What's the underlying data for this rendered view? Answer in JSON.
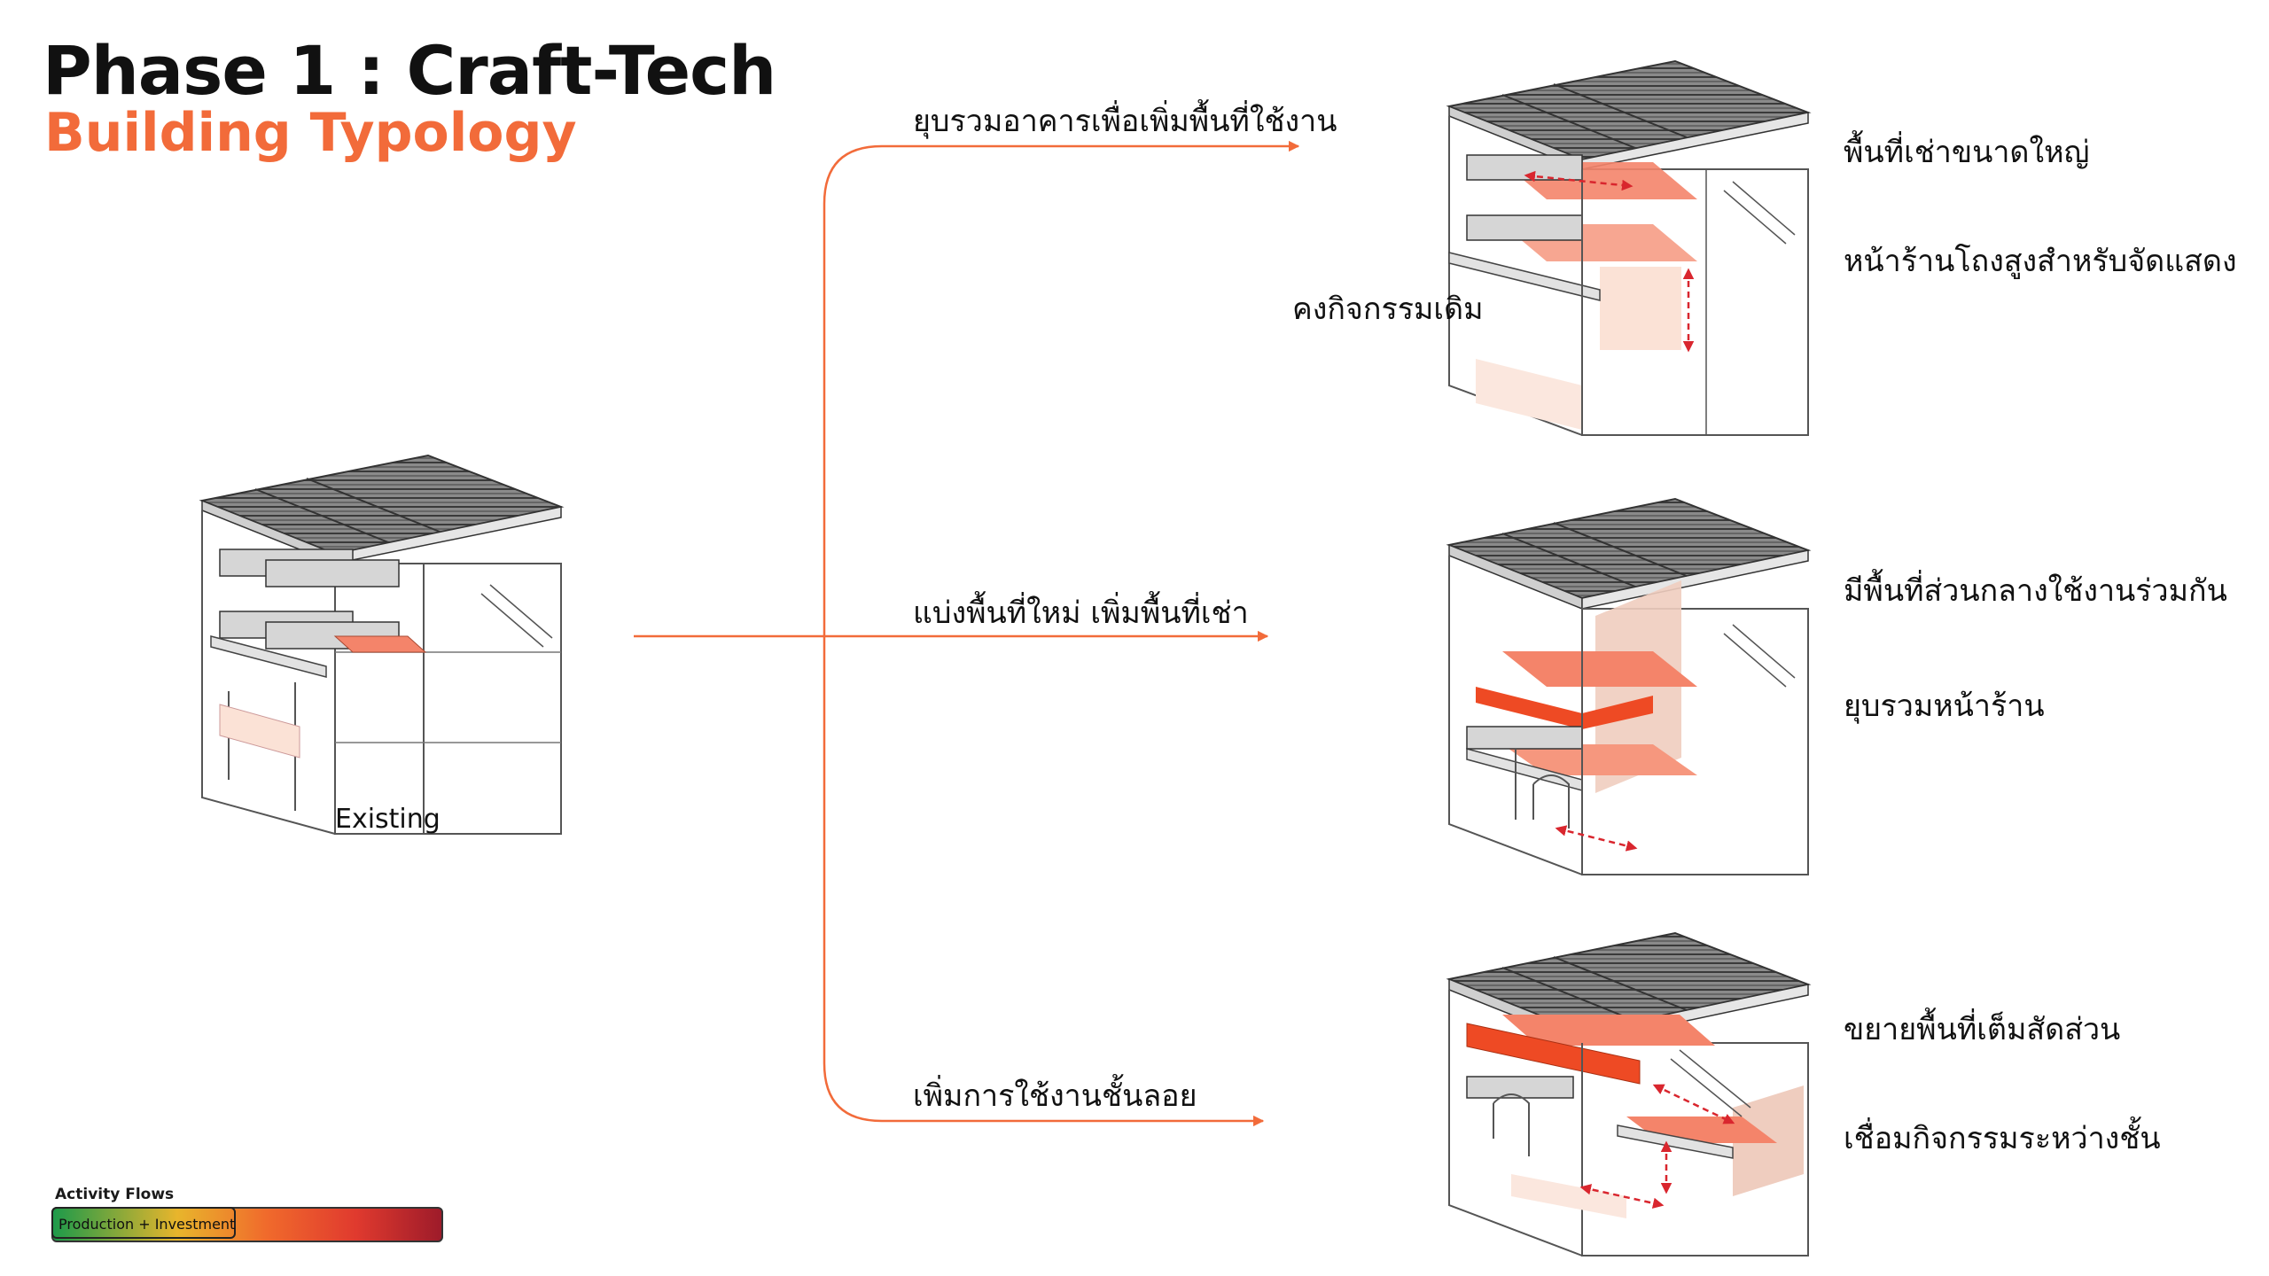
{
  "title": "Phase 1 : Craft-Tech",
  "subtitle": "Building Typology",
  "existing_label": "Existing",
  "branches": [
    {
      "label": "ยุบรวมอาคารเพื่อเพิ่มพื้นที่ใช้งาน",
      "side_label": "คงกิจกรรมเดิม",
      "notes": [
        "พื้นที่เช่าขนาดใหญ่",
        "หน้าร้านโถงสูงสำหรับจัดแสดง"
      ]
    },
    {
      "label": "แบ่งพื้นที่ใหม่ เพิ่มพื้นที่เช่า",
      "notes": [
        "มีพื้นที่ส่วนกลางใช้งานร่วมกัน",
        "ยุบรวมหน้าร้าน"
      ]
    },
    {
      "label": "เพิ่มการใช้งานชั้นลอย",
      "notes": [
        "ขยายพื้นที่เต็มสัดส่วน",
        "เชื่อมกิจกรรมระหว่างชั้น"
      ]
    }
  ],
  "legend": {
    "title": "Activity Flows",
    "item": "Production + Investment"
  },
  "colors": {
    "accent": "#f26b3a",
    "highlight": "#f4846a",
    "flow_arrow": "#d9262e"
  }
}
